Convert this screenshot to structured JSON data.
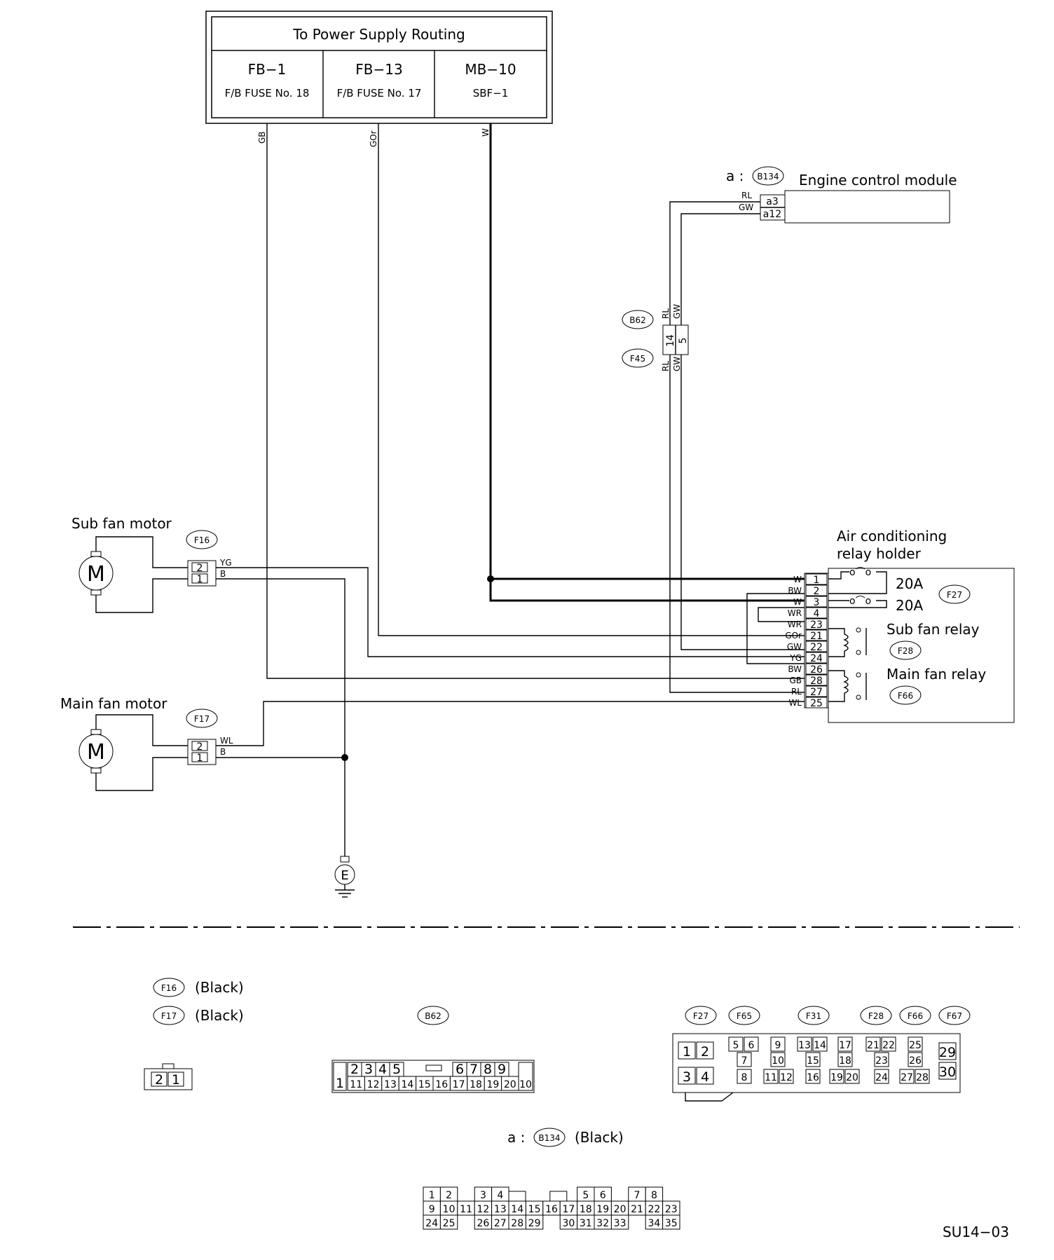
{
  "power_supply": {
    "title": "To Power Supply Routing",
    "columns": [
      {
        "code": "FB−1",
        "desc": "F/B FUSE No. 18"
      },
      {
        "code": "FB−13",
        "desc": "F/B FUSE No. 17"
      },
      {
        "code": "MB−10",
        "desc": "SBF−1"
      }
    ],
    "wires": [
      "GB",
      "GOr",
      "W"
    ]
  },
  "ecm": {
    "prefix": "a :",
    "connector": "B134",
    "title": "Engine control module",
    "pins": [
      "a3",
      "a12"
    ],
    "wires": [
      "RL",
      "GW"
    ]
  },
  "b62_f45": {
    "top_connector": "B62",
    "bottom_connector": "F45",
    "pins": [
      "14",
      "5"
    ],
    "wires": [
      "RL",
      "GW"
    ]
  },
  "sub_fan_motor": {
    "title": "Sub fan motor",
    "connector": "F16",
    "pins": [
      "2",
      "1"
    ],
    "wires": [
      "YG",
      "B"
    ]
  },
  "main_fan_motor": {
    "title": "Main fan motor",
    "connector": "F17",
    "pins": [
      "2",
      "1"
    ],
    "wires": [
      "WL",
      "B"
    ]
  },
  "relay_holder": {
    "title_line1": "Air conditioning",
    "title_line2": "relay holder",
    "pins": [
      "1",
      "2",
      "3",
      "4",
      "23",
      "21",
      "22",
      "24",
      "26",
      "28",
      "27",
      "25"
    ],
    "wires": [
      "W",
      "BW",
      "W",
      "WR",
      "WR",
      "GOr",
      "GW",
      "YG",
      "BW",
      "GB",
      "RL",
      "WL"
    ],
    "fuse_1": "20A",
    "fuse_2": "20A",
    "fuse_connector": "F27",
    "sub_relay": "Sub fan relay",
    "sub_relay_connector": "F28",
    "main_relay": "Main fan relay",
    "main_relay_connector": "F66"
  },
  "ground": "E",
  "legend": {
    "f16": "F16",
    "f16_color": "(Black)",
    "f17": "F17",
    "f17_color": "(Black)",
    "two_pin_connector": [
      "2",
      "1"
    ],
    "b62": "B62",
    "b62_top": [
      "1",
      "2",
      "3",
      "4",
      "5",
      "6",
      "7",
      "8",
      "9",
      "10"
    ],
    "b62_bottom": [
      "11",
      "12",
      "13",
      "14",
      "15",
      "16",
      "17",
      "18",
      "19",
      "20"
    ],
    "relay_connectors": [
      "F27",
      "F65",
      "F31",
      "F28",
      "F66",
      "F67"
    ],
    "relay_holder_pins": [
      "1",
      "2",
      "3",
      "4",
      "5",
      "6",
      "7",
      "8",
      "9",
      "10",
      "11",
      "12",
      "13",
      "14",
      "15",
      "16",
      "17",
      "18",
      "19",
      "20",
      "21",
      "22",
      "23",
      "24",
      "25",
      "26",
      "27",
      "28",
      "29",
      "30"
    ],
    "b134_prefix": "a :",
    "b134": "B134",
    "b134_color": "(Black)",
    "b134_row1": [
      "1",
      "2",
      "3",
      "4",
      "5",
      "6",
      "7",
      "8"
    ],
    "b134_row2": [
      "9",
      "10",
      "11",
      "12",
      "13",
      "14",
      "15",
      "16",
      "17",
      "18",
      "19",
      "20",
      "21",
      "22",
      "23"
    ],
    "b134_row3": [
      "24",
      "25",
      "26",
      "27",
      "28",
      "29",
      "30",
      "31",
      "32",
      "33",
      "34",
      "35"
    ]
  },
  "figure_code": "SU14−03"
}
